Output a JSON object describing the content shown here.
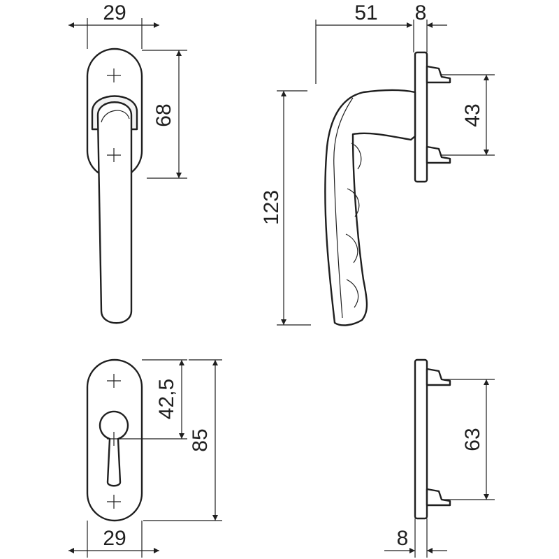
{
  "dimensions": {
    "top_rose_width": "29",
    "top_rose_height": "68",
    "projection": "51",
    "side_base_thickness_top": "8",
    "handle_length": "123",
    "top_screw_spacing": "43",
    "key_offset": "42,5",
    "bottom_rose_height": "85",
    "bottom_rose_width": "29",
    "bottom_screw_spacing": "63",
    "side_base_thickness_bottom": "8"
  }
}
